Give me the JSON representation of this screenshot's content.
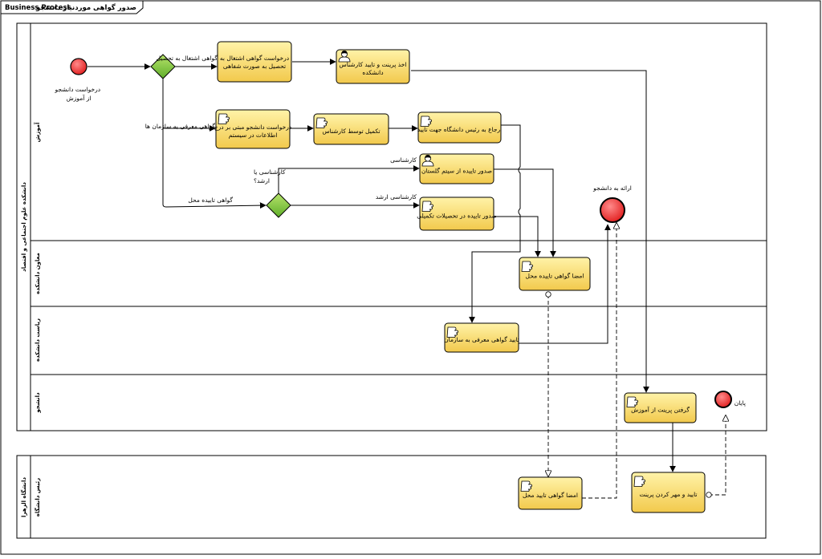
{
  "header": {
    "diagram_type": "Business Process",
    "diagram_title": "صدور گواهی موردنیاز دانشجو"
  },
  "pools": {
    "main": {
      "label": "دانشکده علوم اجتماعی و اقتصاد",
      "lanes": [
        "آموزش",
        "معاون دانشکده",
        "ریاست دانشکده",
        "دانشجو"
      ]
    },
    "second": {
      "label": "دانشگاه الزهرا",
      "lanes": [
        "رئیس دانشگاه"
      ]
    }
  },
  "events": {
    "start": "درخواست دانشجو\nاز آموزش",
    "end_deliver": "ارائه به دانشجو",
    "end_final": "پایان"
  },
  "tasks": {
    "t1": "درخواست گواهی اشتغال به\nتحصیل به صورت شفاهی",
    "t2": "اخذ پرینت و تایید کارشناس\nدانشکده",
    "t3": "درخواست دانشجو مبتی بر درج\nاطلاعات در سیستم",
    "t4": "تکمیل توسط کارشناس",
    "t5": "ارجاع به رئیس دانشگاه جهت تایید",
    "t6": "صدور تاییده از سیتم گلستان",
    "t7": "صدور تاییده در تحصیلات تکمیلی",
    "t8": "امضا گواهی تاییده محل",
    "t9": "تایید گواهی معرفی به سازمان",
    "t10": "گرفتن پرینت از آموزش",
    "t11": "امضا گواهی تایید محل",
    "t12": "تایید و مهر کردن پرینت"
  },
  "edges": {
    "e1": "گواهی اشتغال به تحصیل",
    "e2": "گواهی معرفی به سازمان ها",
    "e3": "گواهی تاییده محل",
    "e4": "کارشناسی یا\nارشد؟",
    "e5": "کارشناسی",
    "e6": "کارشناسی ارشد"
  }
}
